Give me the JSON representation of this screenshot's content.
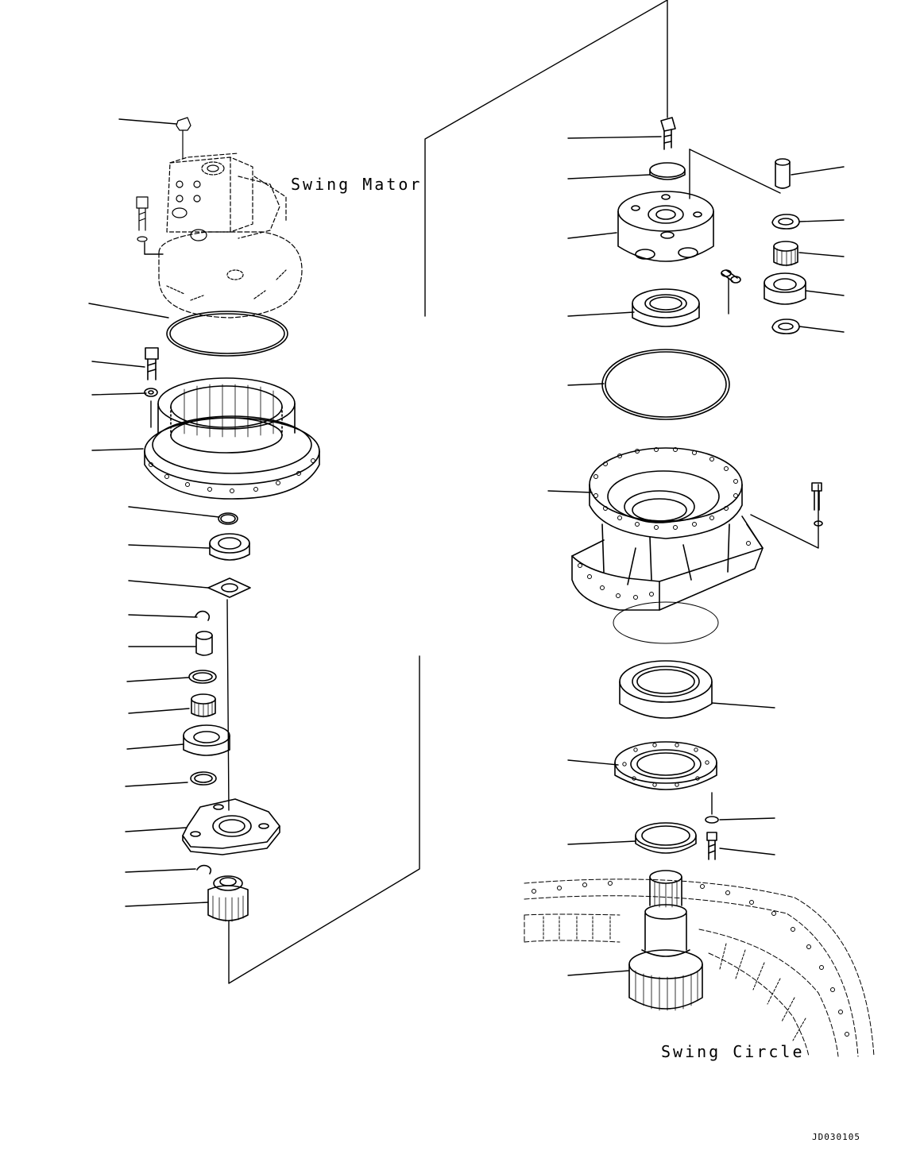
{
  "diagram": {
    "kind": "exploded parts view",
    "captions": {
      "swing_motor": "Swing Mator",
      "swing_circle": "Swing Circle"
    },
    "drawing_code": "JD030105",
    "colors": {
      "line": "#000000",
      "background": "#ffffff"
    }
  }
}
